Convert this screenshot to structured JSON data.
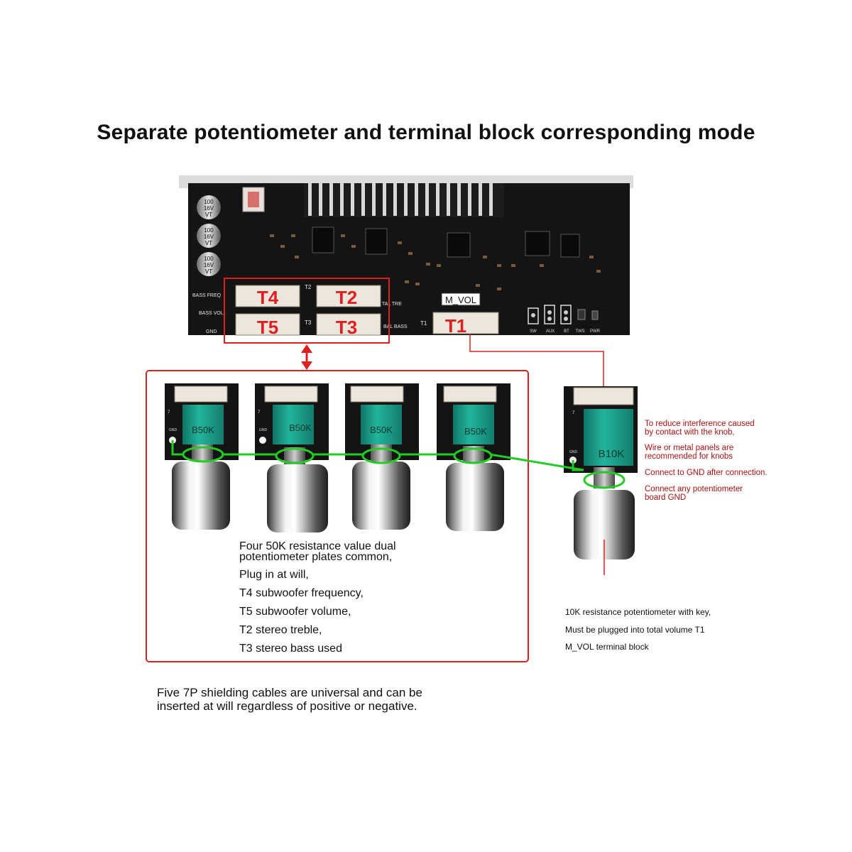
{
  "title": "Separate potentiometer and terminal block corresponding mode",
  "board": {
    "capacitor_label": [
      "100",
      "16V",
      "VT"
    ],
    "connectors": {
      "t4": "T4",
      "t2": "T2",
      "t5": "T5",
      "t3": "T3",
      "t1": "T1",
      "mvol": "M_VOL"
    },
    "silk": {
      "bass_freq": "BASS FREQ",
      "bass_vol": "BASS VOL",
      "gnd": "GND",
      "treble": "TAL TRE",
      "bass": "BAL BASS",
      "t1_small": "T1",
      "t2_small": "T2",
      "t3_small": "T3",
      "switches": [
        "SW",
        "AUX",
        "BT",
        "TWS",
        "PWR"
      ]
    }
  },
  "pots": {
    "b50k_label": "B50K",
    "b10k_label": "B10K",
    "gnd_small": "GND",
    "pin_small": "7"
  },
  "description": {
    "line1": "Four 50K resistance value dual",
    "line2": " potentiometer plates common,",
    "line3": "Plug in at will,",
    "line4": "T4 subwoofer frequency,",
    "line5": "T5 subwoofer volume,",
    "line6": "T2 stereo treble,",
    "line7": "T3 stereo bass used"
  },
  "notes": {
    "n1a": "To reduce interference caused",
    "n1b": "by contact with the knob,",
    "n2a": "Wire or metal panels are",
    "n2b": " recommended for knobs",
    "n3": "Connect to GND after connection.",
    "n4a": "Connect any potentiometer",
    "n4b": "board GND"
  },
  "t1_notes": {
    "line1": "10K resistance potentiometer with key,",
    "line2": "Must be plugged into total volume T1",
    "line3": "M_VOL terminal block"
  },
  "cables_note": {
    "line1": "Five 7P shielding cables are universal and can be",
    "line2": "inserted at will regardless of positive or negative."
  },
  "colors": {
    "accent_red": "#e02020",
    "note_red": "#b01010",
    "ground_green": "#22cc22",
    "board_black": "#141414",
    "pot_teal": "#1a9e88"
  }
}
